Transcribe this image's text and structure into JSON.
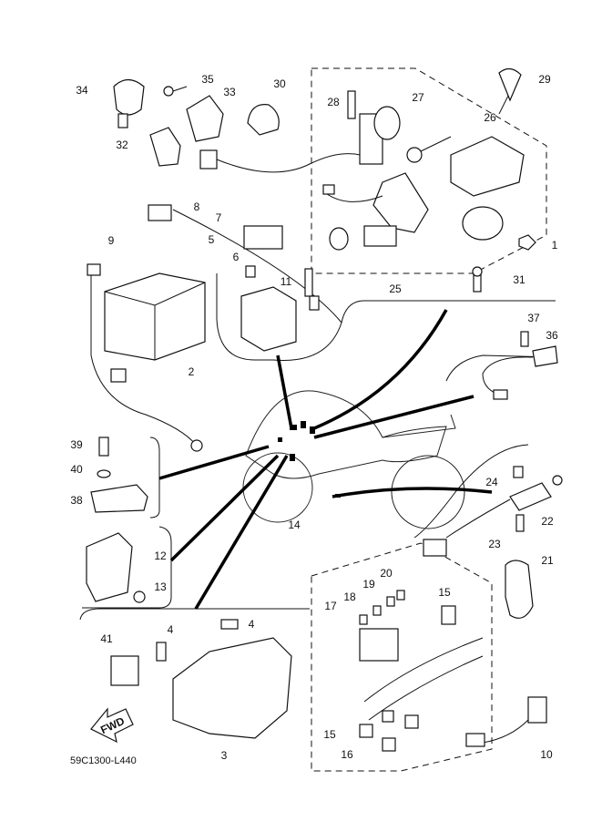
{
  "diagram": {
    "code": "59C1300-L440",
    "fwd_label": "FWD",
    "callouts": [
      "34",
      "35",
      "33",
      "30",
      "32",
      "28",
      "27",
      "29",
      "26",
      "8",
      "7",
      "9",
      "5",
      "6",
      "11",
      "1",
      "31",
      "25",
      "2",
      "37",
      "36",
      "39",
      "40",
      "38",
      "24",
      "22",
      "14",
      "23",
      "12",
      "13",
      "21",
      "4",
      "4",
      "41",
      "20",
      "19",
      "18",
      "17",
      "15",
      "3",
      "15",
      "16",
      "10"
    ]
  }
}
